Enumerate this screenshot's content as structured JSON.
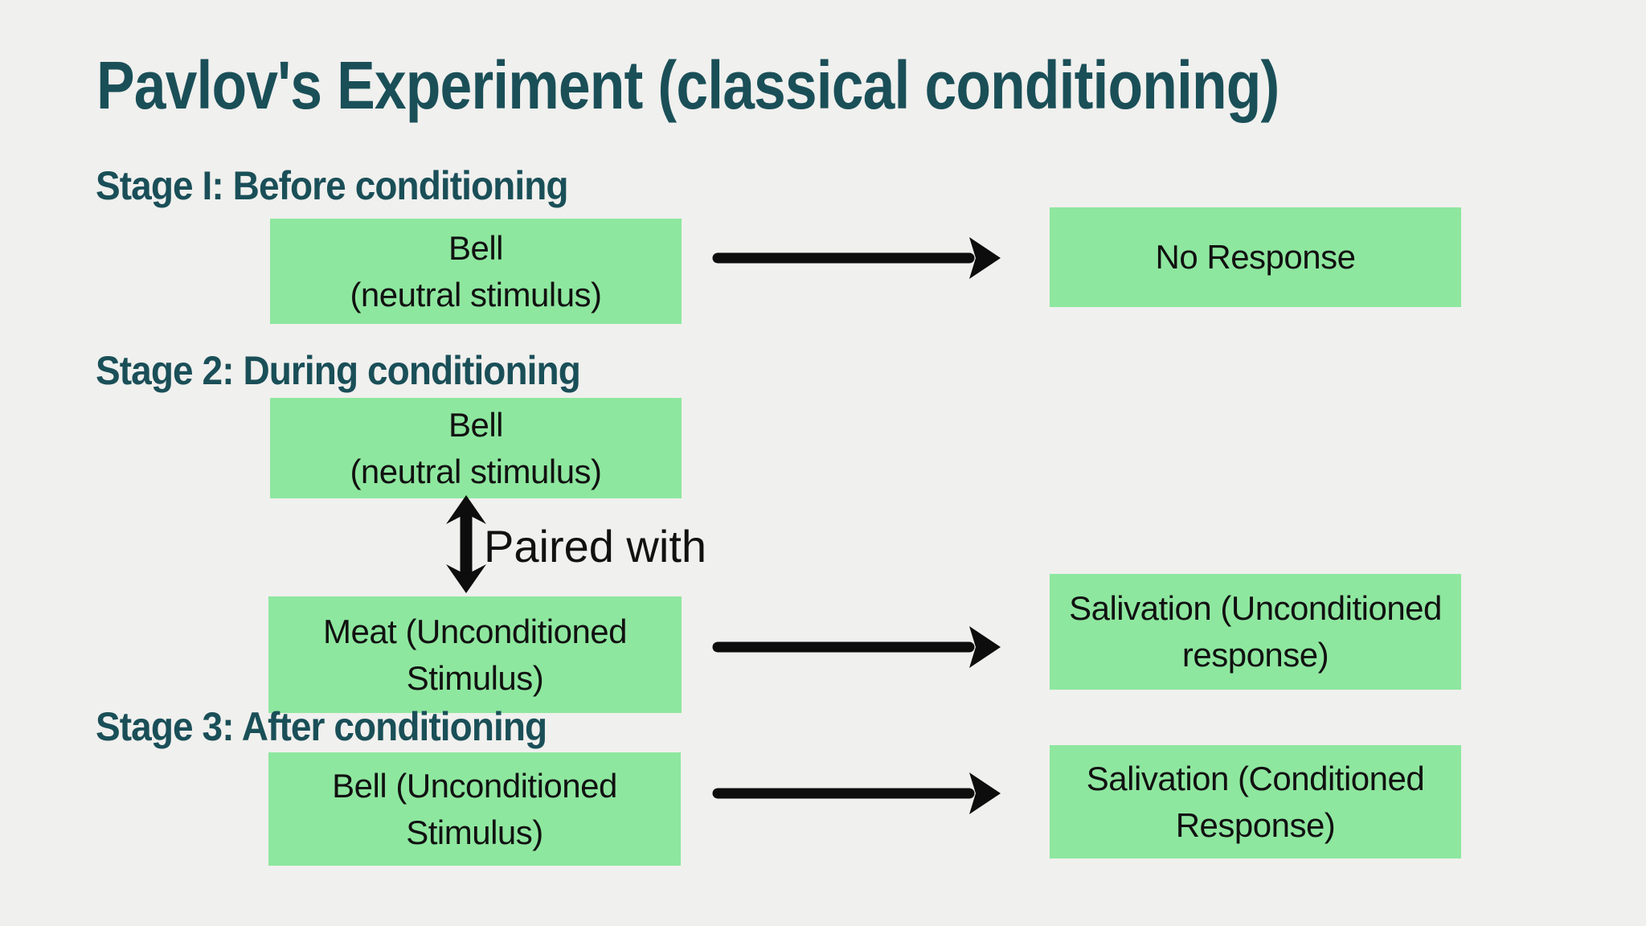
{
  "colors": {
    "background": "#f0f0ee",
    "box_green": "#8ee79f",
    "heading_teal": "#1a4f58",
    "arrow_black": "#0d0d0d",
    "box_text": "#111111"
  },
  "title": "Pavlov's Experiment (classical conditioning)",
  "stage1": {
    "heading": "Stage I: Before conditioning",
    "stimulus_box": {
      "line1": "Bell",
      "line2": "(neutral stimulus)"
    },
    "response_box": {
      "line1": "No Response"
    }
  },
  "stage2": {
    "heading": "Stage 2: During conditioning",
    "neutral_box": {
      "line1": "Bell",
      "line2": "(neutral stimulus)"
    },
    "paired_label": "Paired with",
    "unconditioned_box": {
      "line1": "Meat (Unconditioned",
      "line2": "Stimulus)"
    },
    "response_box": {
      "line1": "Salivation (Unconditioned",
      "line2": "response)"
    }
  },
  "stage3": {
    "heading": "Stage 3: After conditioning",
    "stimulus_box": {
      "line1": "Bell (Unconditioned",
      "line2": "Stimulus)"
    },
    "response_box": {
      "line1": "Salivation (Conditioned",
      "line2": "Response)"
    }
  }
}
